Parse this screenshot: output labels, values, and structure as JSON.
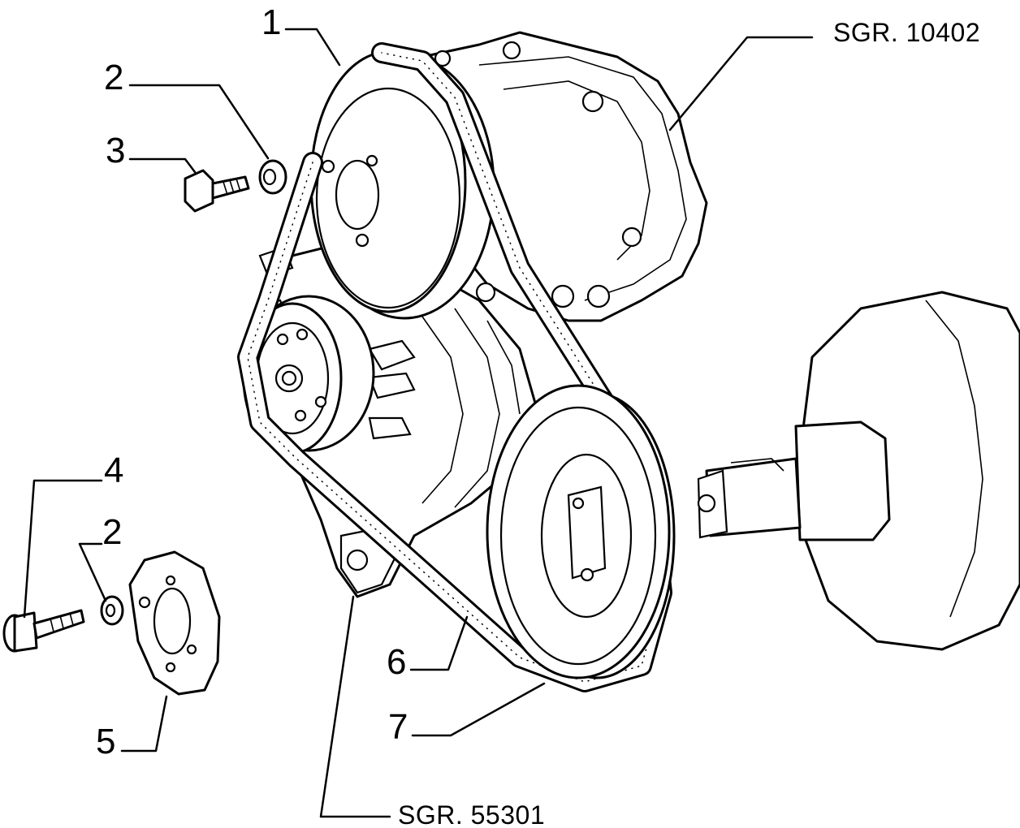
{
  "callouts": {
    "n1": "1",
    "n2a": "2",
    "n3": "3",
    "n4": "4",
    "n2b": "2",
    "n5": "5",
    "n6": "6",
    "n7": "7",
    "ref_top": "SGR. 10402",
    "ref_bottom": "SGR. 55301"
  },
  "colors": {
    "ink": "#000000",
    "paper": "#ffffff"
  }
}
